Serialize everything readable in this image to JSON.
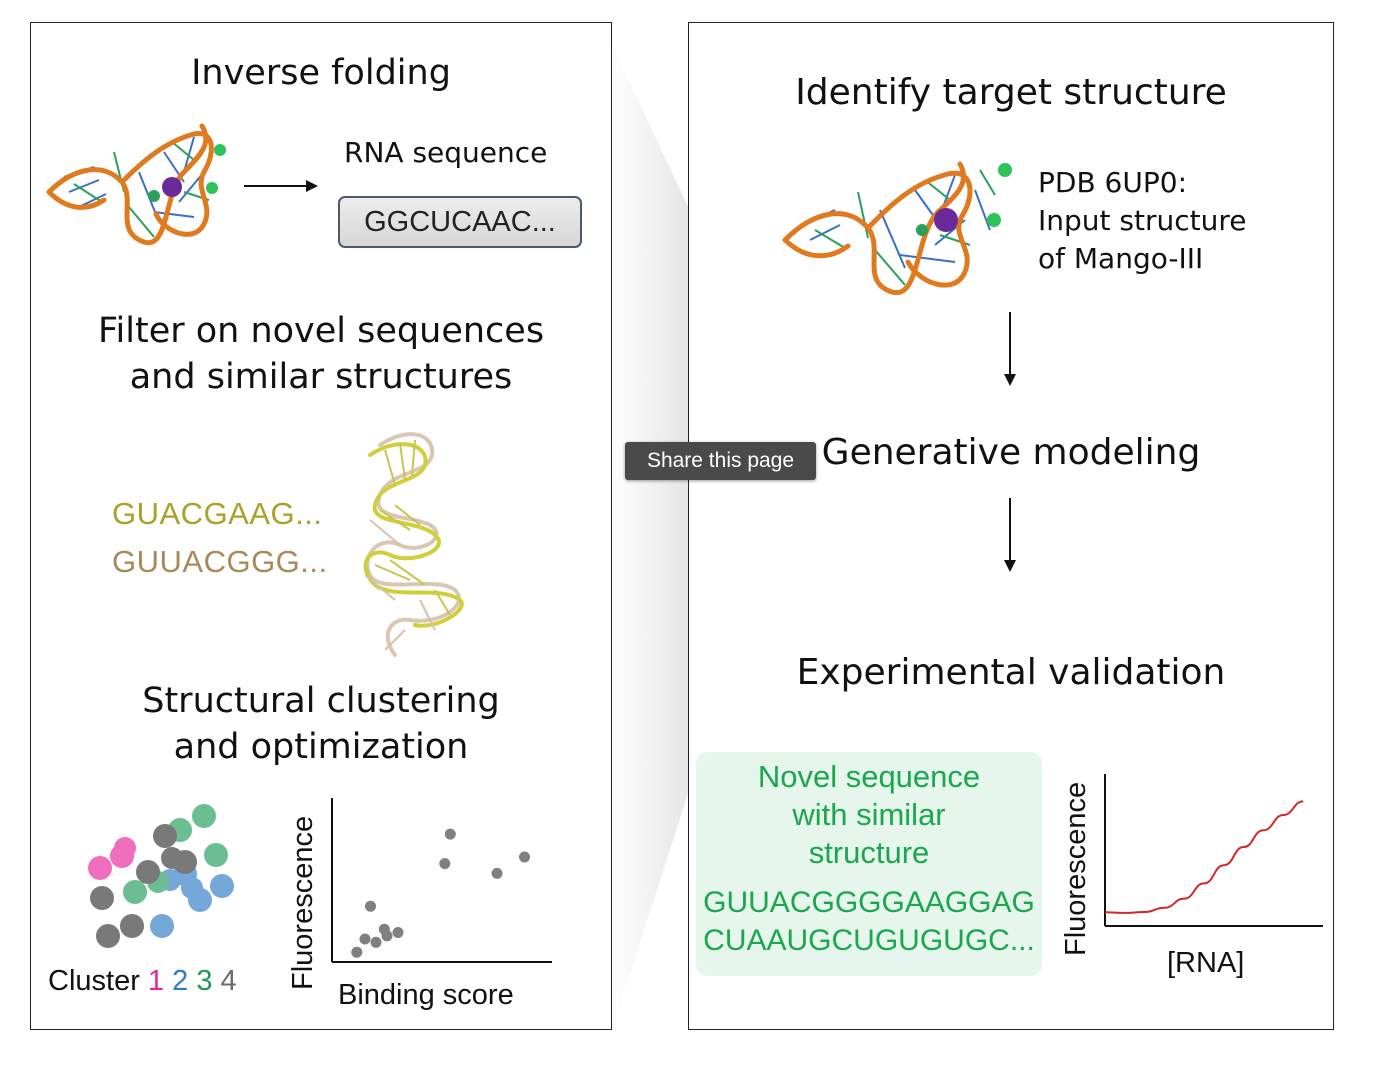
{
  "left_panel": {
    "inverse_folding_title": "Inverse folding",
    "rna_sequence_label": "RNA sequence",
    "rna_sequence_value": "GGCUCAAC...",
    "filter_title_line1": "Filter on novel sequences",
    "filter_title_line2": "and similar structures",
    "seq_1": "GUACGAAG...",
    "seq_2": "GUUACGGG...",
    "clustering_title_line1": "Structural clustering",
    "clustering_title_line2": "and optimization",
    "cluster_label": "Cluster",
    "cluster_numbers": [
      "1",
      "2",
      "3",
      "4"
    ],
    "cluster_colors": [
      "#e8239a",
      "#2c7bc6",
      "#1f9b58",
      "#6b6b6b"
    ],
    "scatter_ylabel": "Fluorescence",
    "scatter_xlabel": "Binding score"
  },
  "right_panel": {
    "identify_title": "Identify target structure",
    "pdb_line1": "PDB 6UP0:",
    "pdb_line2": "Input structure",
    "pdb_line3": "of Mango-III",
    "generative_title": "Generative modeling",
    "validation_title": "Experimental validation",
    "novel_line1": "Novel sequence",
    "novel_line2": "with similar",
    "novel_line3": "structure",
    "novel_seq_line1": "GUUACGGGGAAGGAG",
    "novel_seq_line2": "CUAAUGCUGUGUGC...",
    "curve_ylabel": "Fluorescence",
    "curve_xlabel": "[RNA]"
  },
  "tooltip": {
    "label": "Share this page"
  },
  "chart_data": [
    {
      "type": "scatter",
      "title": "",
      "xlabel": "Binding score",
      "ylabel": "Fluorescence",
      "x": [
        0.9,
        1.6,
        1.9,
        2.0,
        2.4,
        1.4,
        1.2,
        4.1,
        4.3,
        6.0,
        7.0
      ],
      "y": [
        0.3,
        0.6,
        1.0,
        0.8,
        0.9,
        1.7,
        0.7,
        3.0,
        3.9,
        2.7,
        3.2
      ],
      "xlim": [
        0,
        8
      ],
      "ylim": [
        0,
        5
      ],
      "grid": false
    },
    {
      "type": "line",
      "title": "",
      "xlabel": "[RNA]",
      "ylabel": "Fluorescence",
      "x": [
        0.0,
        0.5,
        1.0,
        1.5,
        2.0,
        2.5,
        3.0,
        3.5,
        4.0,
        4.5,
        5.0
      ],
      "y": [
        0.45,
        0.43,
        0.46,
        0.6,
        0.9,
        1.4,
        2.0,
        2.6,
        3.15,
        3.65,
        4.1
      ],
      "xlim": [
        0,
        5.5
      ],
      "ylim": [
        0,
        5
      ],
      "grid": false
    }
  ]
}
